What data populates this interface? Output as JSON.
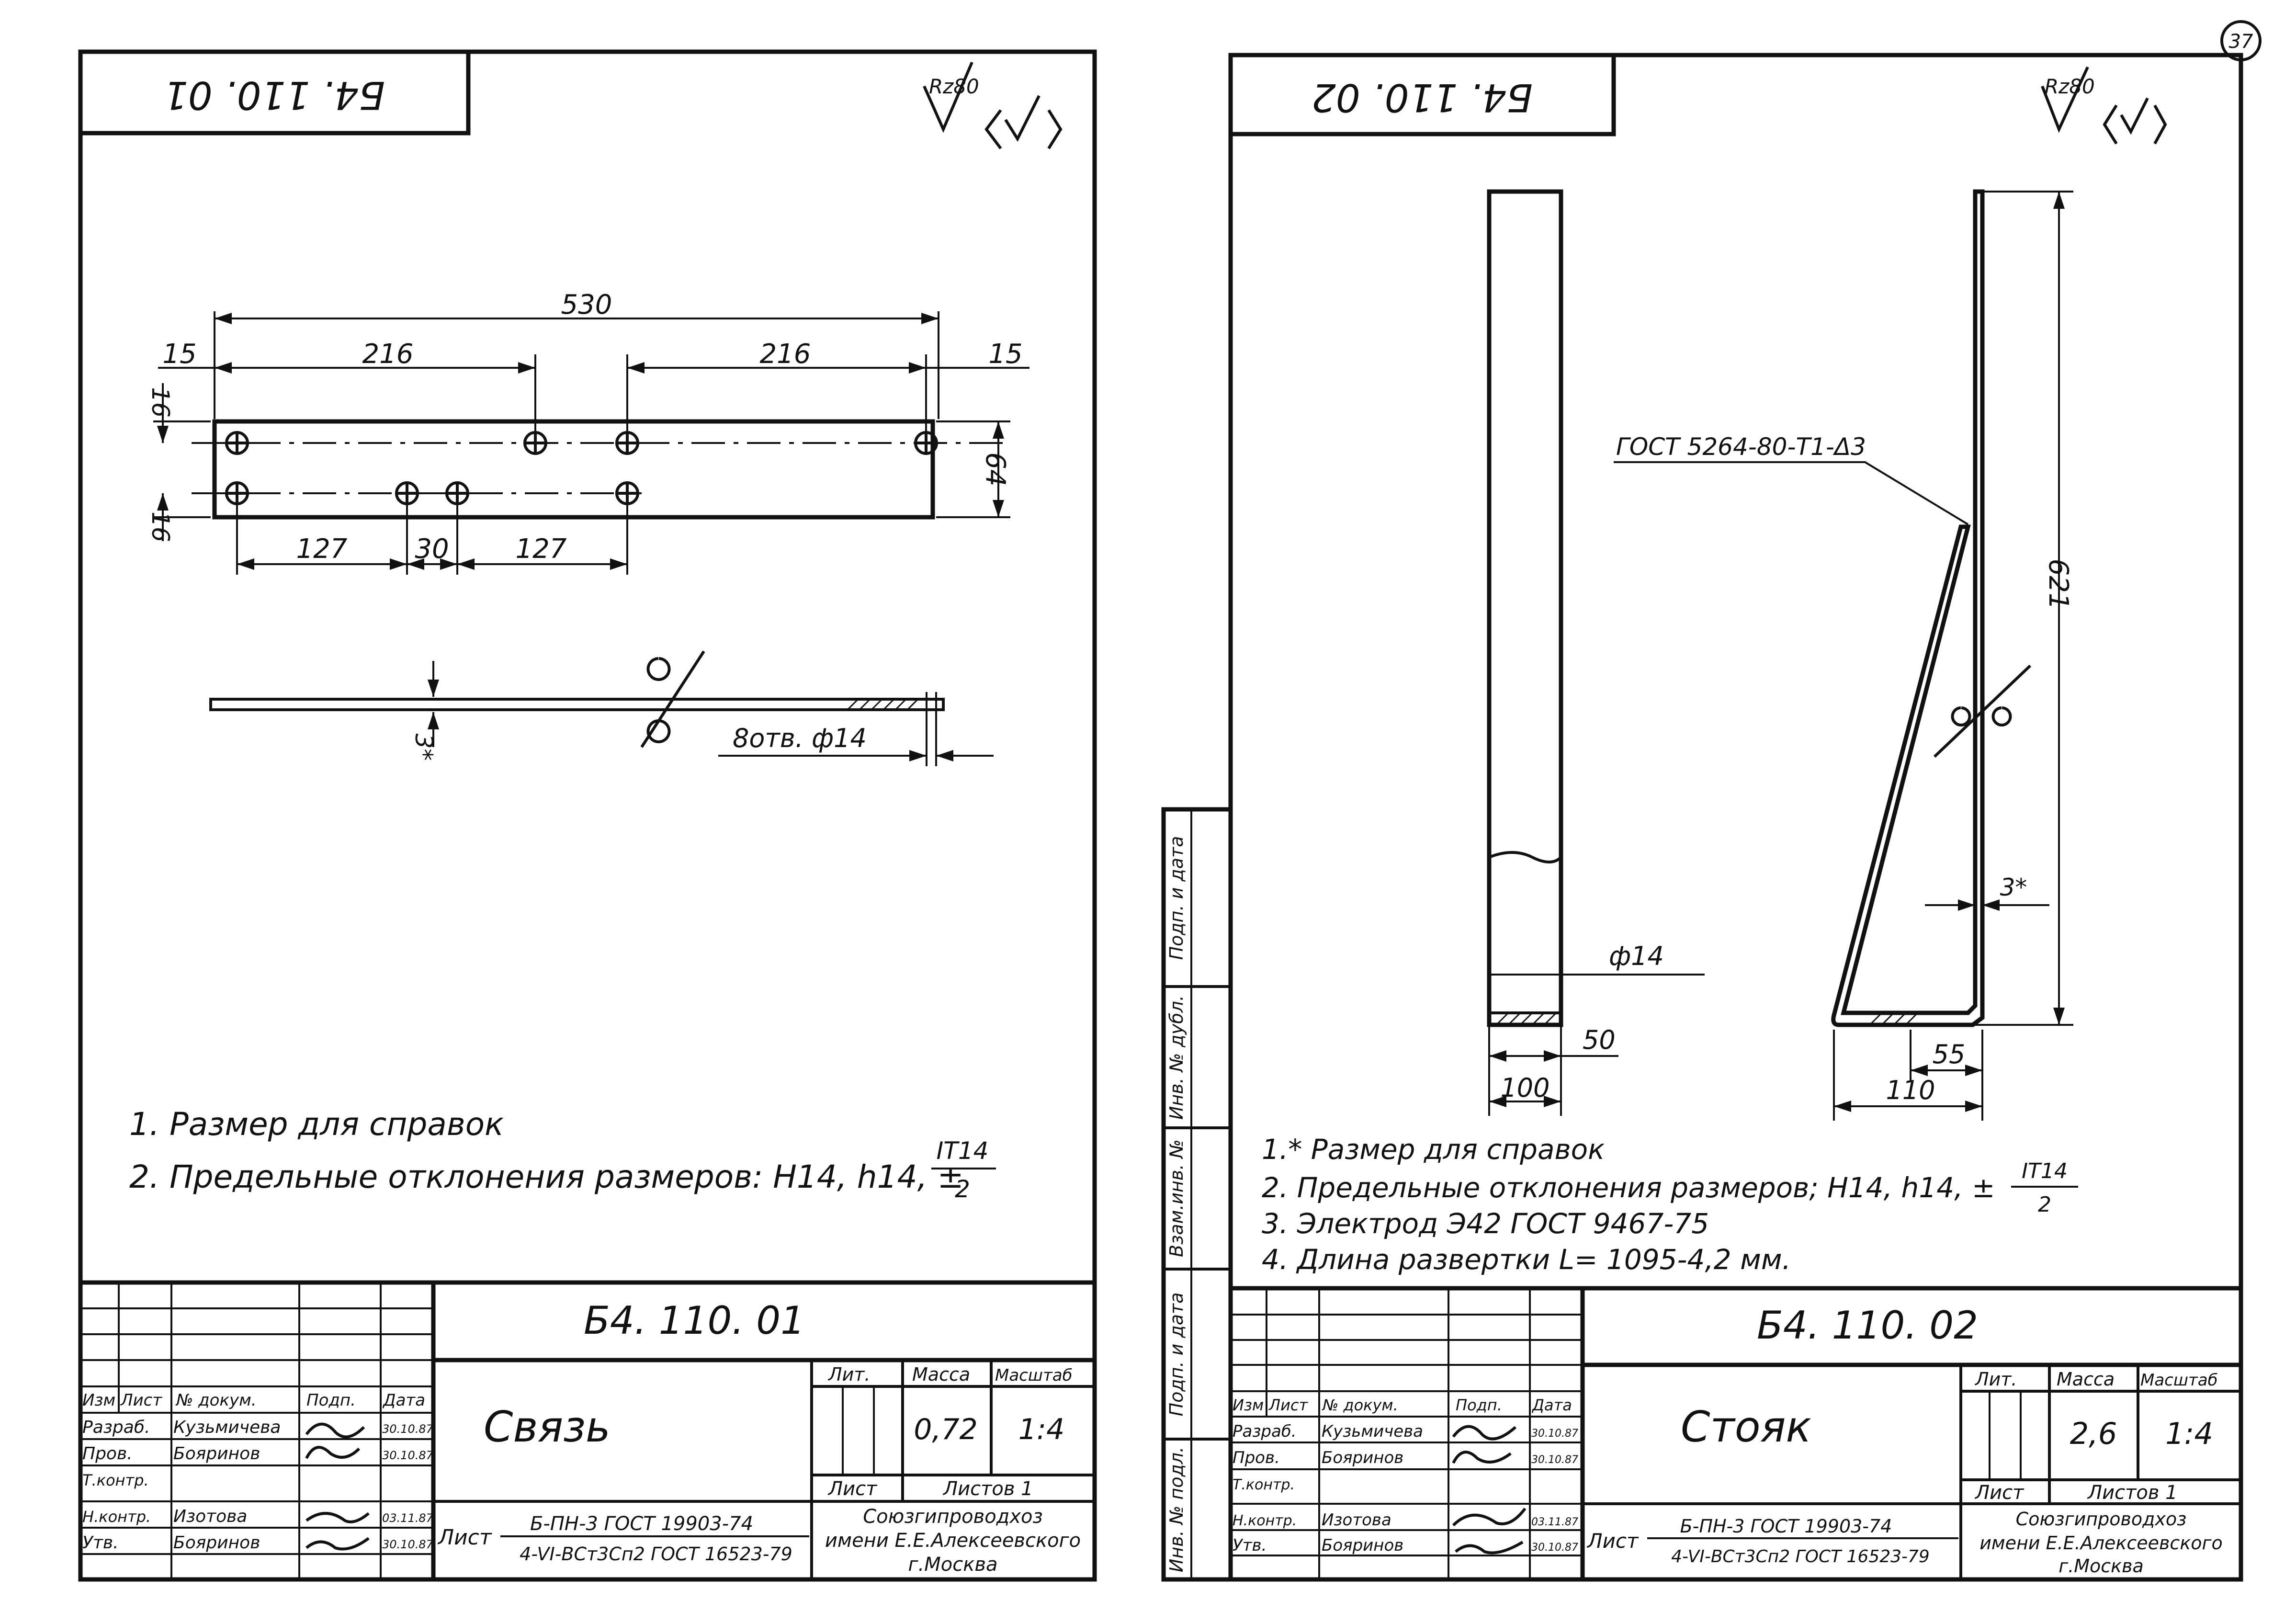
{
  "sheet_number": "37",
  "roughness": {
    "symbol": "Rz80"
  },
  "sheet1": {
    "mirrored_code": "Б4. 110. 01",
    "dimensions": {
      "overall_length": "530",
      "end_offset_left": "15",
      "end_offset_right": "15",
      "top_spacing_left": "216",
      "top_spacing_right": "216",
      "edge_top": "16",
      "edge_bottom": "16",
      "width": "64",
      "bottom_spacing_left": "127",
      "bottom_spacing_mid": "30",
      "bottom_spacing_right": "127",
      "thickness": "3*",
      "holes_callout": "8отв. ф14"
    },
    "notes": [
      "1. Размер для справок",
      "2. Предельные отклонения размеров:  Н14, h14, ±"
    ],
    "tolerance_fraction": {
      "numerator": "IT14",
      "denominator": "2"
    },
    "title_block": {
      "designation": "Б4. 110. 01",
      "part_name": "Связь",
      "headers": {
        "izm": "Изм",
        "list": "Лист",
        "doc": "№ докум.",
        "sign": "Подп.",
        "date": "Дата"
      },
      "rows": [
        {
          "role": "Разраб.",
          "name": "Кузьмичева",
          "date": "30.10.87"
        },
        {
          "role": "Пров.",
          "name": "Бояринов",
          "date": "30.10.87"
        },
        {
          "role": "Т.контр.",
          "name": "",
          "date": ""
        },
        {
          "role": "Н.контр.",
          "name": "Изотова",
          "date": "03.11.87"
        },
        {
          "role": "Утв.",
          "name": "Бояринов",
          "date": "30.10.87"
        }
      ],
      "labels": {
        "lit": "Лит.",
        "mass": "Масса",
        "scale": "Масштаб",
        "sheet": "Лист",
        "sheets": "Листов 1"
      },
      "mass_value": "0,72",
      "scale_value": "1:4",
      "material_prefix": "Лист",
      "material_top": "Б-ПН-3 ГОСТ 19903-74",
      "material_bottom": "4-VI-ВСт3Сп2 ГОСТ 16523-79",
      "organization": [
        "Союзгипроводхоз",
        "имени Е.Е.Алексеевского",
        "г.Москва"
      ]
    }
  },
  "sheet2": {
    "mirrored_code": "Б4. 110. 02",
    "weld_callout": "ГОСТ 5264-80-Т1-Δ3",
    "dimensions": {
      "height": "621",
      "diameter": "ф14",
      "plate": "50",
      "width": "100",
      "thickness": "3*",
      "foot_short": "55",
      "foot_long": "110"
    },
    "notes": [
      "1.* Размер для справок",
      "2. Предельные отклонения размеров;  Н14, h14, ±",
      "3. Электрод  Э42  ГОСТ 9467-75",
      "4. Длина развертки L= 1095-4,2 мм."
    ],
    "tolerance_fraction": {
      "numerator": "IT14",
      "denominator": "2"
    },
    "side_stamp": [
      "Подп. и дата",
      "Инв. № дубл.",
      "Взам.инв. №",
      "Подп. и дата",
      "Инв. № подл."
    ],
    "title_block": {
      "designation": "Б4. 110. 02",
      "part_name": "Стояк",
      "headers": {
        "izm": "Изм",
        "list": "Лист",
        "doc": "№ докум.",
        "sign": "Подп.",
        "date": "Дата"
      },
      "rows": [
        {
          "role": "Разраб.",
          "name": "Кузьмичева",
          "date": "30.10.87"
        },
        {
          "role": "Пров.",
          "name": "Бояринов",
          "date": "30.10.87"
        },
        {
          "role": "Т.контр.",
          "name": "",
          "date": ""
        },
        {
          "role": "Н.контр.",
          "name": "Изотова",
          "date": "03.11.87"
        },
        {
          "role": "Утв.",
          "name": "Бояринов",
          "date": "30.10.87"
        }
      ],
      "labels": {
        "lit": "Лит.",
        "mass": "Масса",
        "scale": "Масштаб",
        "sheet": "Лист",
        "sheets": "Листов 1"
      },
      "mass_value": "2,6",
      "scale_value": "1:4",
      "material_prefix": "Лист",
      "material_top": "Б-ПН-3 ГОСТ 19903-74",
      "material_bottom": "4-VI-ВСт3Сп2 ГОСТ 16523-79",
      "organization": [
        "Союзгипроводхоз",
        "имени Е.Е.Алексеевского",
        "г.Москва"
      ]
    }
  }
}
